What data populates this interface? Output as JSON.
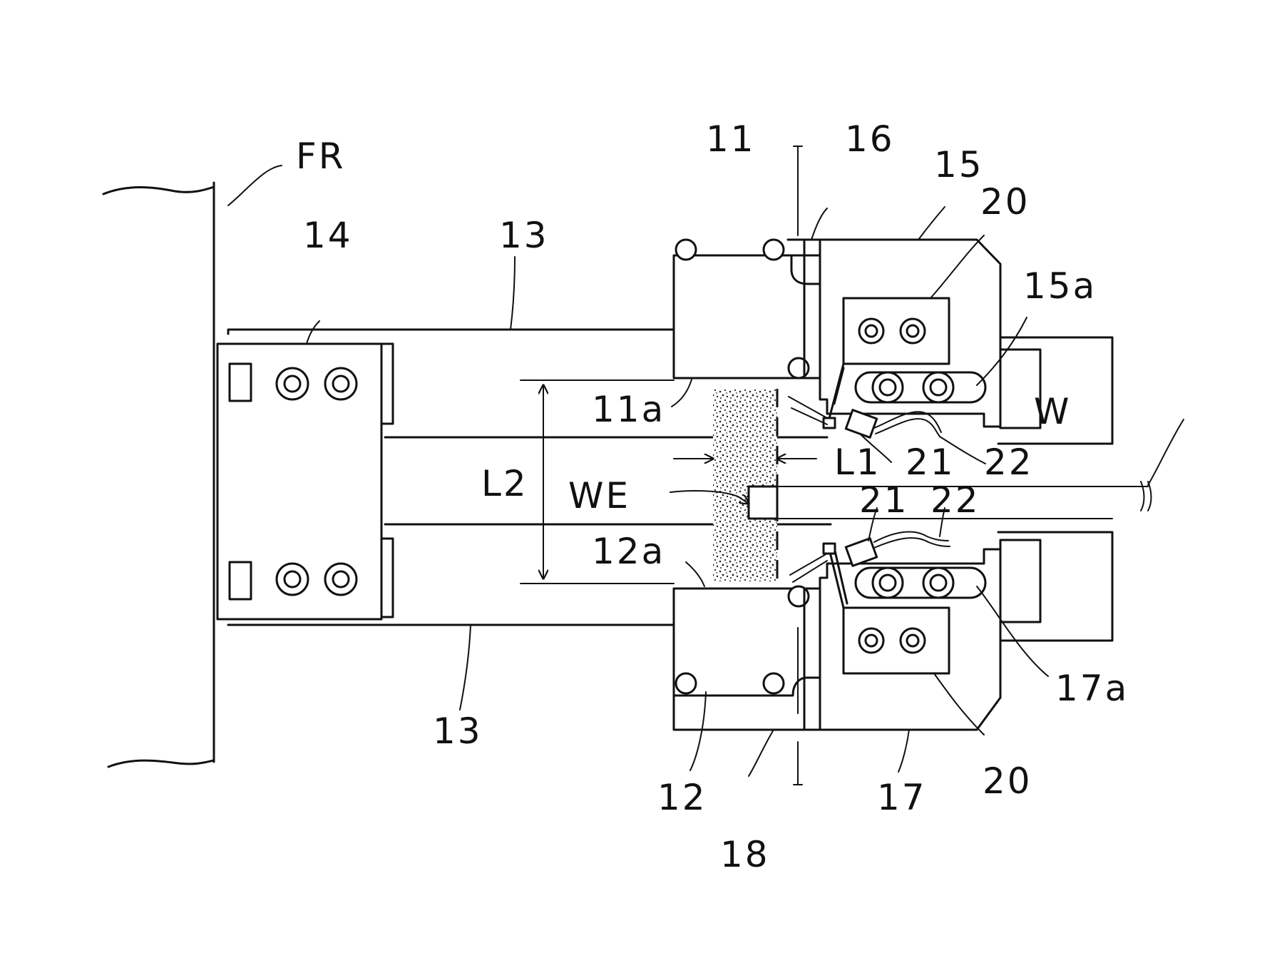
{
  "labels": {
    "fr": "FR",
    "n14": "14",
    "n13_top": "13",
    "n13_bottom": "13",
    "n11": "11",
    "n11a": "11a",
    "n16": "16",
    "n15": "15",
    "n20_top": "20",
    "n15a": "15a",
    "n21_top": "21",
    "n22_top": "22",
    "l1": "L1",
    "l2": "L2",
    "we": "WE",
    "w": "W",
    "n21_bottom": "21",
    "n22_bottom": "22",
    "n12a": "12a",
    "n17a": "17a",
    "n12": "12",
    "n18": "18",
    "n17": "17",
    "n20_bottom": "20"
  }
}
